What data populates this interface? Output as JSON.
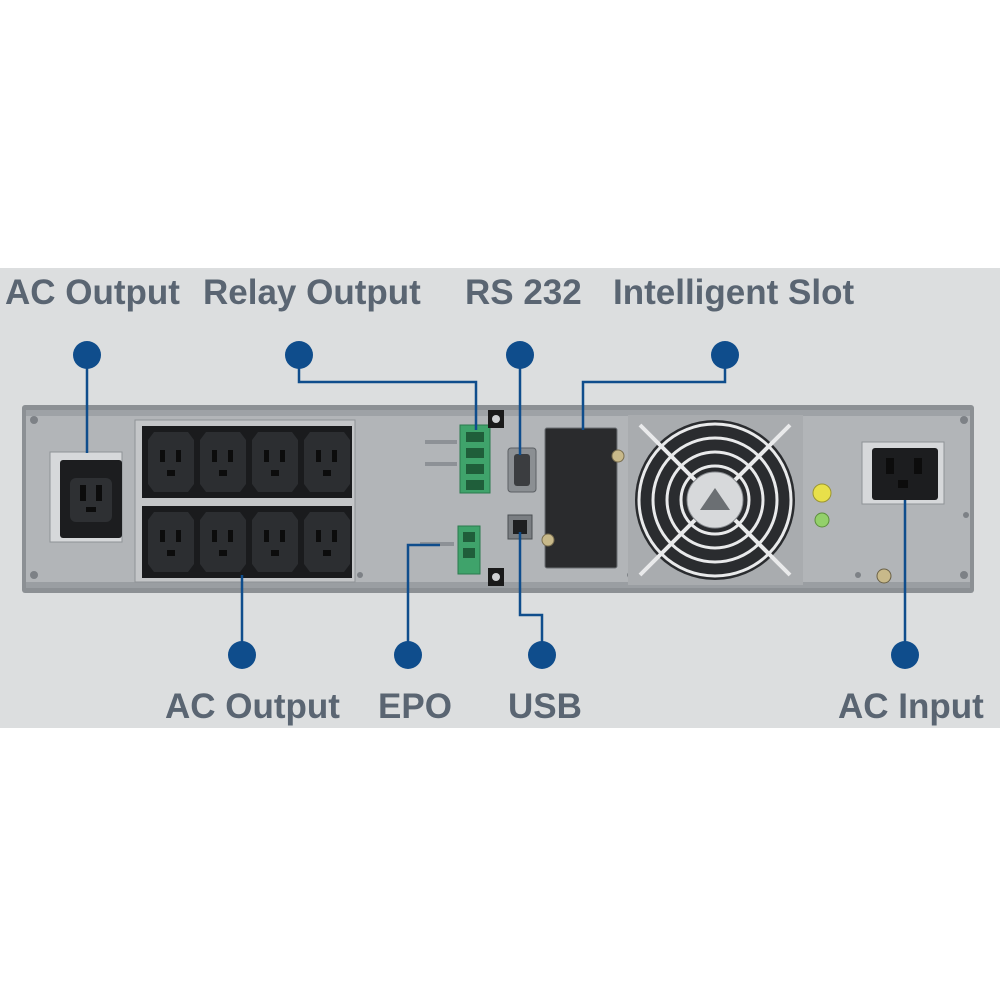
{
  "diagram": {
    "callouts": {
      "ac_output_top": "AC Output",
      "relay_output": "Relay Output",
      "rs232": "RS 232",
      "intelligent_slot": "Intelligent Slot",
      "ac_output_bottom": "AC Output",
      "epo": "EPO",
      "usb": "USB",
      "ac_input": "AC Input"
    },
    "colors": {
      "panel_background": "#dcdedf",
      "device_face": "#b2b5b8",
      "callout_dot": "#0f4d8c",
      "label_text": "#5a6572"
    }
  }
}
